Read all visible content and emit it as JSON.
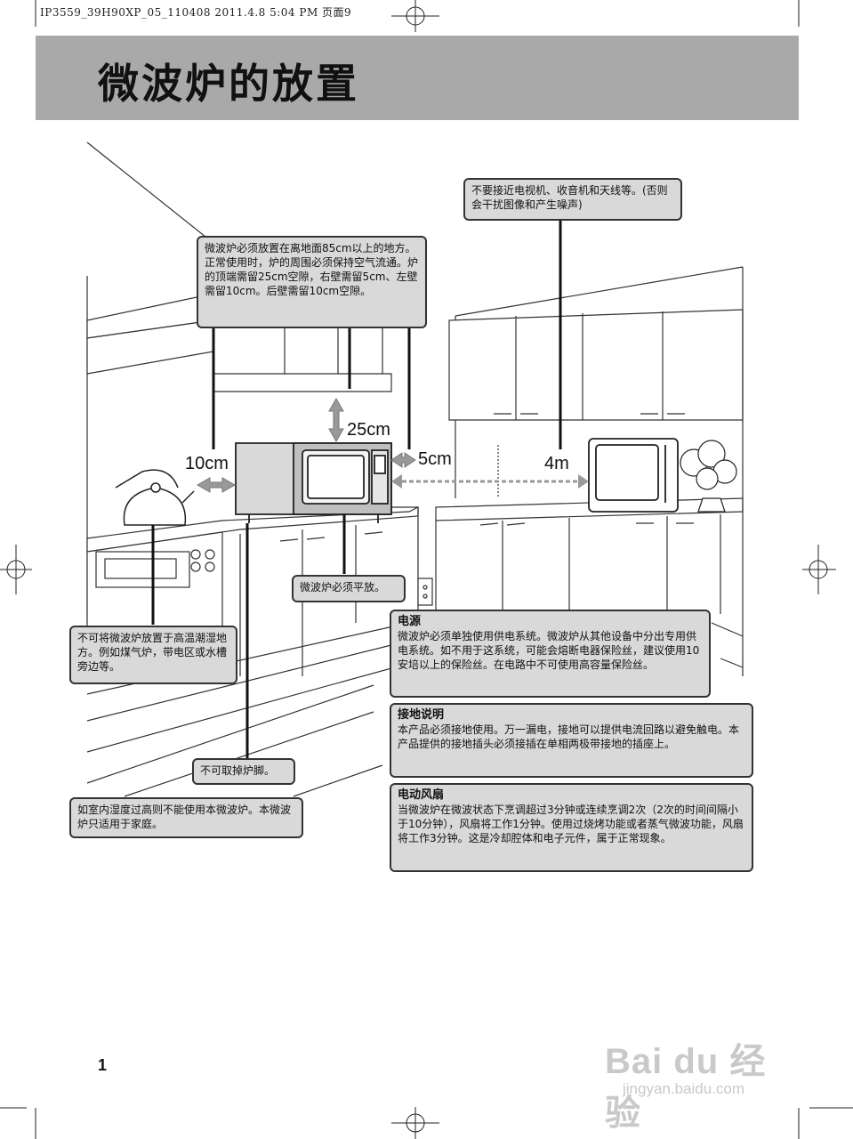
{
  "print_header": "IP3559_39H90XP_05_110408  2011.4.8 5:04 PM  页面9",
  "title": "微波炉的放置",
  "dimensions": {
    "top": "25cm",
    "left": "10cm",
    "right": "5cm",
    "tv": "4m"
  },
  "callouts": {
    "tv_distance": "不要接近电视机、收音机和天线等。(否则会干扰图像和产生噪声)",
    "clearance": "微波炉必须放置在离地面85cm以上的地方。正常使用时，炉的周围必须保持空气流通。炉的顶端需留25cm空隙，右壁需留5cm、左壁需留10cm。后壁需留10cm空隙。",
    "level": "微波炉必须平放。",
    "humidity": "不可将微波炉放置于高温潮湿地方。例如煤气炉，带电区或水槽旁边等。",
    "feet": "不可取掉炉脚。",
    "household": "如室内湿度过高则不能使用本微波炉。本微波炉只适用于家庭。",
    "power": {
      "heading": "电源",
      "text": "微波炉必须单独使用供电系统。微波炉从其他设备中分出专用供电系统。如不用于这系统，可能会熔断电器保险丝，建议使用10安培以上的保险丝。在电路中不可使用高容量保险丝。"
    },
    "ground": {
      "heading": "接地说明",
      "text": "本产品必须接地使用。万一漏电，接地可以提供电流回路以避免触电。本产品提供的接地插头必须接插在单相两极带接地的插座上。"
    },
    "fan": {
      "heading": "电动风扇",
      "text": "当微波炉在微波状态下烹调超过3分钟或连续烹调2次（2次的时间间隔小于10分钟），风扇将工作1分钟。使用过烧烤功能或者蒸气微波功能，风扇将工作3分钟。这是冷却腔体和电子元件，属于正常现象。"
    }
  },
  "page_number": "1",
  "watermark": {
    "brand": "Bai du 经验",
    "url": "jingyan.baidu.com"
  }
}
